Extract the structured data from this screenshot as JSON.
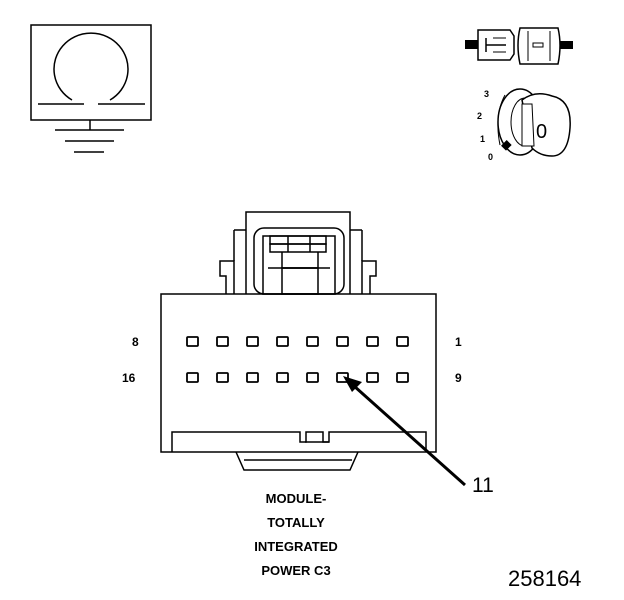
{
  "ground_symbol": {
    "icon": "ground-symbol-icon"
  },
  "ignition_key": {
    "icon": "ignition-key-icon",
    "positions": [
      "3",
      "2",
      "1",
      "0"
    ],
    "key_face": "0"
  },
  "connector": {
    "icon": "connector-face-icon",
    "top_row": {
      "left_pin": "8",
      "right_pin": "1",
      "cavity_count": 8
    },
    "bottom_row": {
      "left_pin": "16",
      "right_pin": "9",
      "cavity_count": 8
    },
    "callout": {
      "label": "11",
      "target_pin": "11"
    }
  },
  "caption": {
    "lines": [
      "MODULE-",
      "TOTALLY",
      "INTEGRATED",
      "POWER C3"
    ]
  },
  "figure_id": "258164"
}
